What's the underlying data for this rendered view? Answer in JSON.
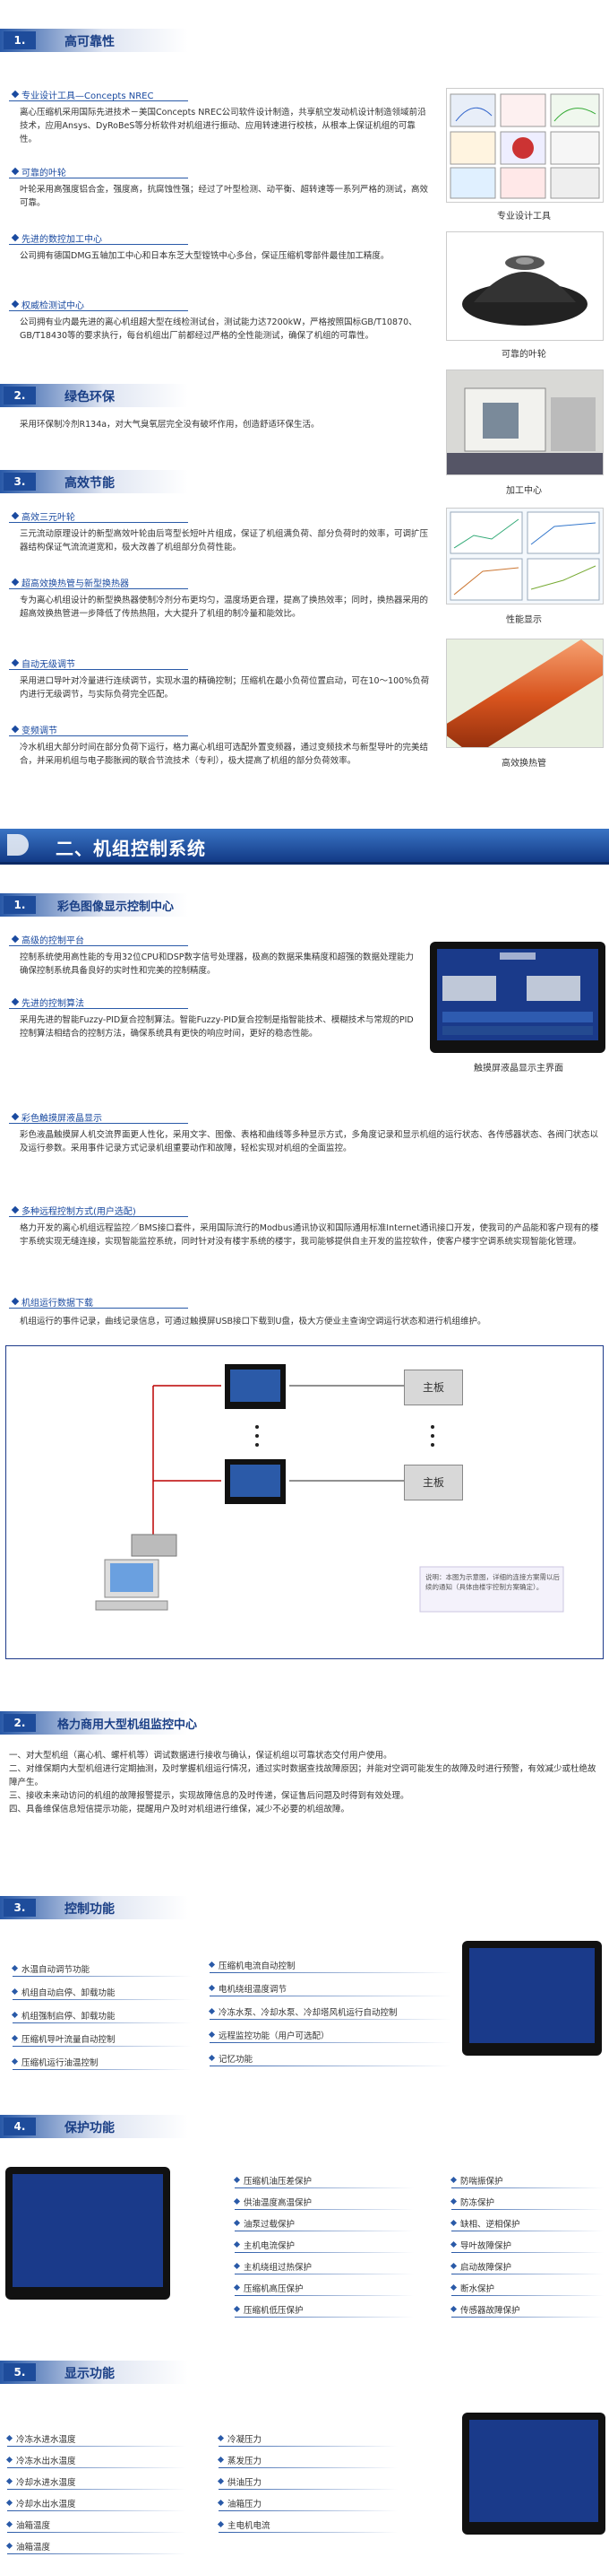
{
  "s1": {
    "num": "1.",
    "title": "高可靠性",
    "sub1": "专业设计工具—Concepts NREC",
    "p1": "离心压缩机采用国际先进技术－美国Concepts NREC公司软件设计制造，共享航空发动机设计制造领域前沿技术，应用Ansys、DyRoBeS等分析软件对机组进行振动、应用转速进行校核，从根本上保证机组的可靠性。",
    "sub2": "可靠的叶轮",
    "p2": "叶轮采用高强度铝合金，强度高，抗腐蚀性强；经过了叶型检测、动平衡、超转速等一系列严格的测试，高效可靠。",
    "sub3": "先进的数控加工中心",
    "p3": "公司拥有德国DMG五轴加工中心和日本东芝大型镗铣中心多台，保证压缩机零部件最佳加工精度。",
    "sub4": "权威检测试中心",
    "p4": "公司拥有业内最先进的离心机组超大型在线检测试台，测试能力达7200kW，严格按照国标GB/T10870、GB/T18430等的要求执行，每台机组出厂前都经过严格的全性能测试，确保了机组的可靠性。",
    "cap1": "专业设计工具",
    "cap2": "可靠的叶轮",
    "cap3": "加工中心"
  },
  "s2": {
    "num": "2.",
    "title": "绿色环保",
    "p1": "采用环保制冷剂R134a，对大气臭氧层完全没有破坏作用，创造舒适环保生活。"
  },
  "s3": {
    "num": "3.",
    "title": "高效节能",
    "sub1": "高效三元叶轮",
    "p1": "三元流动原理设计的新型高效叶轮由后弯型长短叶片组成，保证了机组满负荷、部分负荷时的效率，可调扩压器结构保证气流流道宽和，极大改善了机组部分负荷性能。",
    "sub2": "超高效换热管与新型换热器",
    "p2": "专为离心机组设计的新型换热器使制冷剂分布更均匀，温度场更合理，提高了换热效率；同时，换热器采用的超高效换热管进一步降低了传热热阻，大大提升了机组的制冷量和能效比。",
    "sub3": "自动无级调节",
    "p3": "采用进口导叶对冷量进行连续调节，实现水温的精确控制；压缩机在最小负荷位置启动，可在10～100%负荷内进行无级调节，与实际负荷完全匹配。",
    "sub4": "变频调节",
    "p4": "冷水机组大部分时间在部分负荷下运行，格力离心机组可选配外置变频器，通过变频技术与新型导叶的完美结合，并采用机组与电子膨胀阀的联合节流技术（专利），极大提高了机组的部分负荷效率。",
    "cap4": "性能显示",
    "cap5": "高效换热管"
  },
  "banner": "二、机组控制系统",
  "c1": {
    "num": "1.",
    "title": "彩色图像显示控制中心",
    "sub1": "高级的控制平台",
    "p1": "控制系统使用高性能的专用32位CPU和DSP数字信号处理器，极高的数据采集精度和超强的数据处理能力确保控制系统具备良好的实时性和完美的控制精度。",
    "sub2": "先进的控制算法",
    "p2": "采用先进的智能Fuzzy-PID复合控制算法。智能Fuzzy-PID复合控制是指智能技术、模糊技术与常规的PID控制算法相结合的控制方法，确保系统具有更快的响应时间，更好的稳态性能。",
    "sub3": "彩色触摸屏液晶显示",
    "p3": "彩色液晶触摸屏人机交流界面更人性化，采用文字、图像、表格和曲线等多种显示方式，多角度记录和显示机组的运行状态、各传感器状态、各阀门状态以及运行参数。采用事件记录方式记录机组重要动作和故障，轻松实现对机组的全面监控。",
    "sub4": "多种远程控制方式(用户选配)",
    "p4": "格力开发的离心机组远程监控／BMS接口套件，采用国际流行的Modbus通讯协议和国际通用标准Internet通讯接口开发，使我司的产品能和客户现有的楼宇系统实现无缝连接，实现智能监控系统，同时针对没有楼宇系统的楼宇，我司能够提供自主开发的监控软件，使客户楼宇空调系统实现智能化管理。",
    "sub5": "机组运行数据下载",
    "p5": "机组运行的事件记录，曲线记录信息，可通过触摸屏USB接口下载到U盘，极大方便业主查询空调运行状态和进行机组维护。",
    "screen_caption": "触摸屏液晶显示主界面",
    "main1": "主板",
    "main2": "主板",
    "note": "说明：本图为示意图，详细的连接方案需以后续的通知（具体由楼宇控制方案确定）。"
  },
  "c2": {
    "num": "2.",
    "title": "格力商用大型机组监控中心",
    "items": [
      "一、对大型机组（离心机、螺杆机等）调试数据进行接收与确认，保证机组以可靠状态交付用户使用。",
      "二、对维保期内大型机组进行定期抽测，及时掌握机组运行情况，通过实时数据查找故障原因；并能对空调可能发生的故障及时进行预警，有效减少或杜绝故障产生。",
      "三、接收未来动访问的机组的故障报警提示，实现故障信息的及时传递，保证售后问题及时得到有效处理。",
      "四、具备维保信息短信提示功能，提醒用户及时对机组进行维保，减少不必要的机组故障。"
    ]
  },
  "c3": {
    "num": "3.",
    "title": "控制功能",
    "left": [
      "水温自动调节功能",
      "机组自动启停、卸载功能",
      "机组强制启停、卸载功能",
      "压缩机导叶流量自动控制",
      "压缩机运行油温控制"
    ],
    "right": [
      "压缩机电流自动控制",
      "电机绕组温度调节",
      "冷冻水泵、冷却水泵、冷却塔风机运行自动控制",
      "远程监控功能（用户可选配）",
      "记忆功能"
    ]
  },
  "c4": {
    "num": "4.",
    "title": "保护功能",
    "left": [
      "压缩机油压差保护",
      "供油温度高温保护",
      "油泵过载保护",
      "主机电流保护",
      "主机绕组过热保护",
      "压缩机高压保护",
      "压缩机低压保护"
    ],
    "right": [
      "防喘振保护",
      "防冻保护",
      "缺相、逆相保护",
      "导叶故障保护",
      "启动故障保护",
      "断水保护",
      "传感器故障保护"
    ]
  },
  "c5": {
    "num": "5.",
    "title": "显示功能",
    "col1": [
      "冷冻水进水温度",
      "冷冻水出水温度",
      "冷却水进水温度",
      "冷却水出水温度",
      "油箱温度",
      "油箱温度"
    ],
    "col2": [
      "冷凝压力",
      "蒸发压力",
      "供油压力",
      "油箱压力",
      "主电机电流"
    ]
  }
}
